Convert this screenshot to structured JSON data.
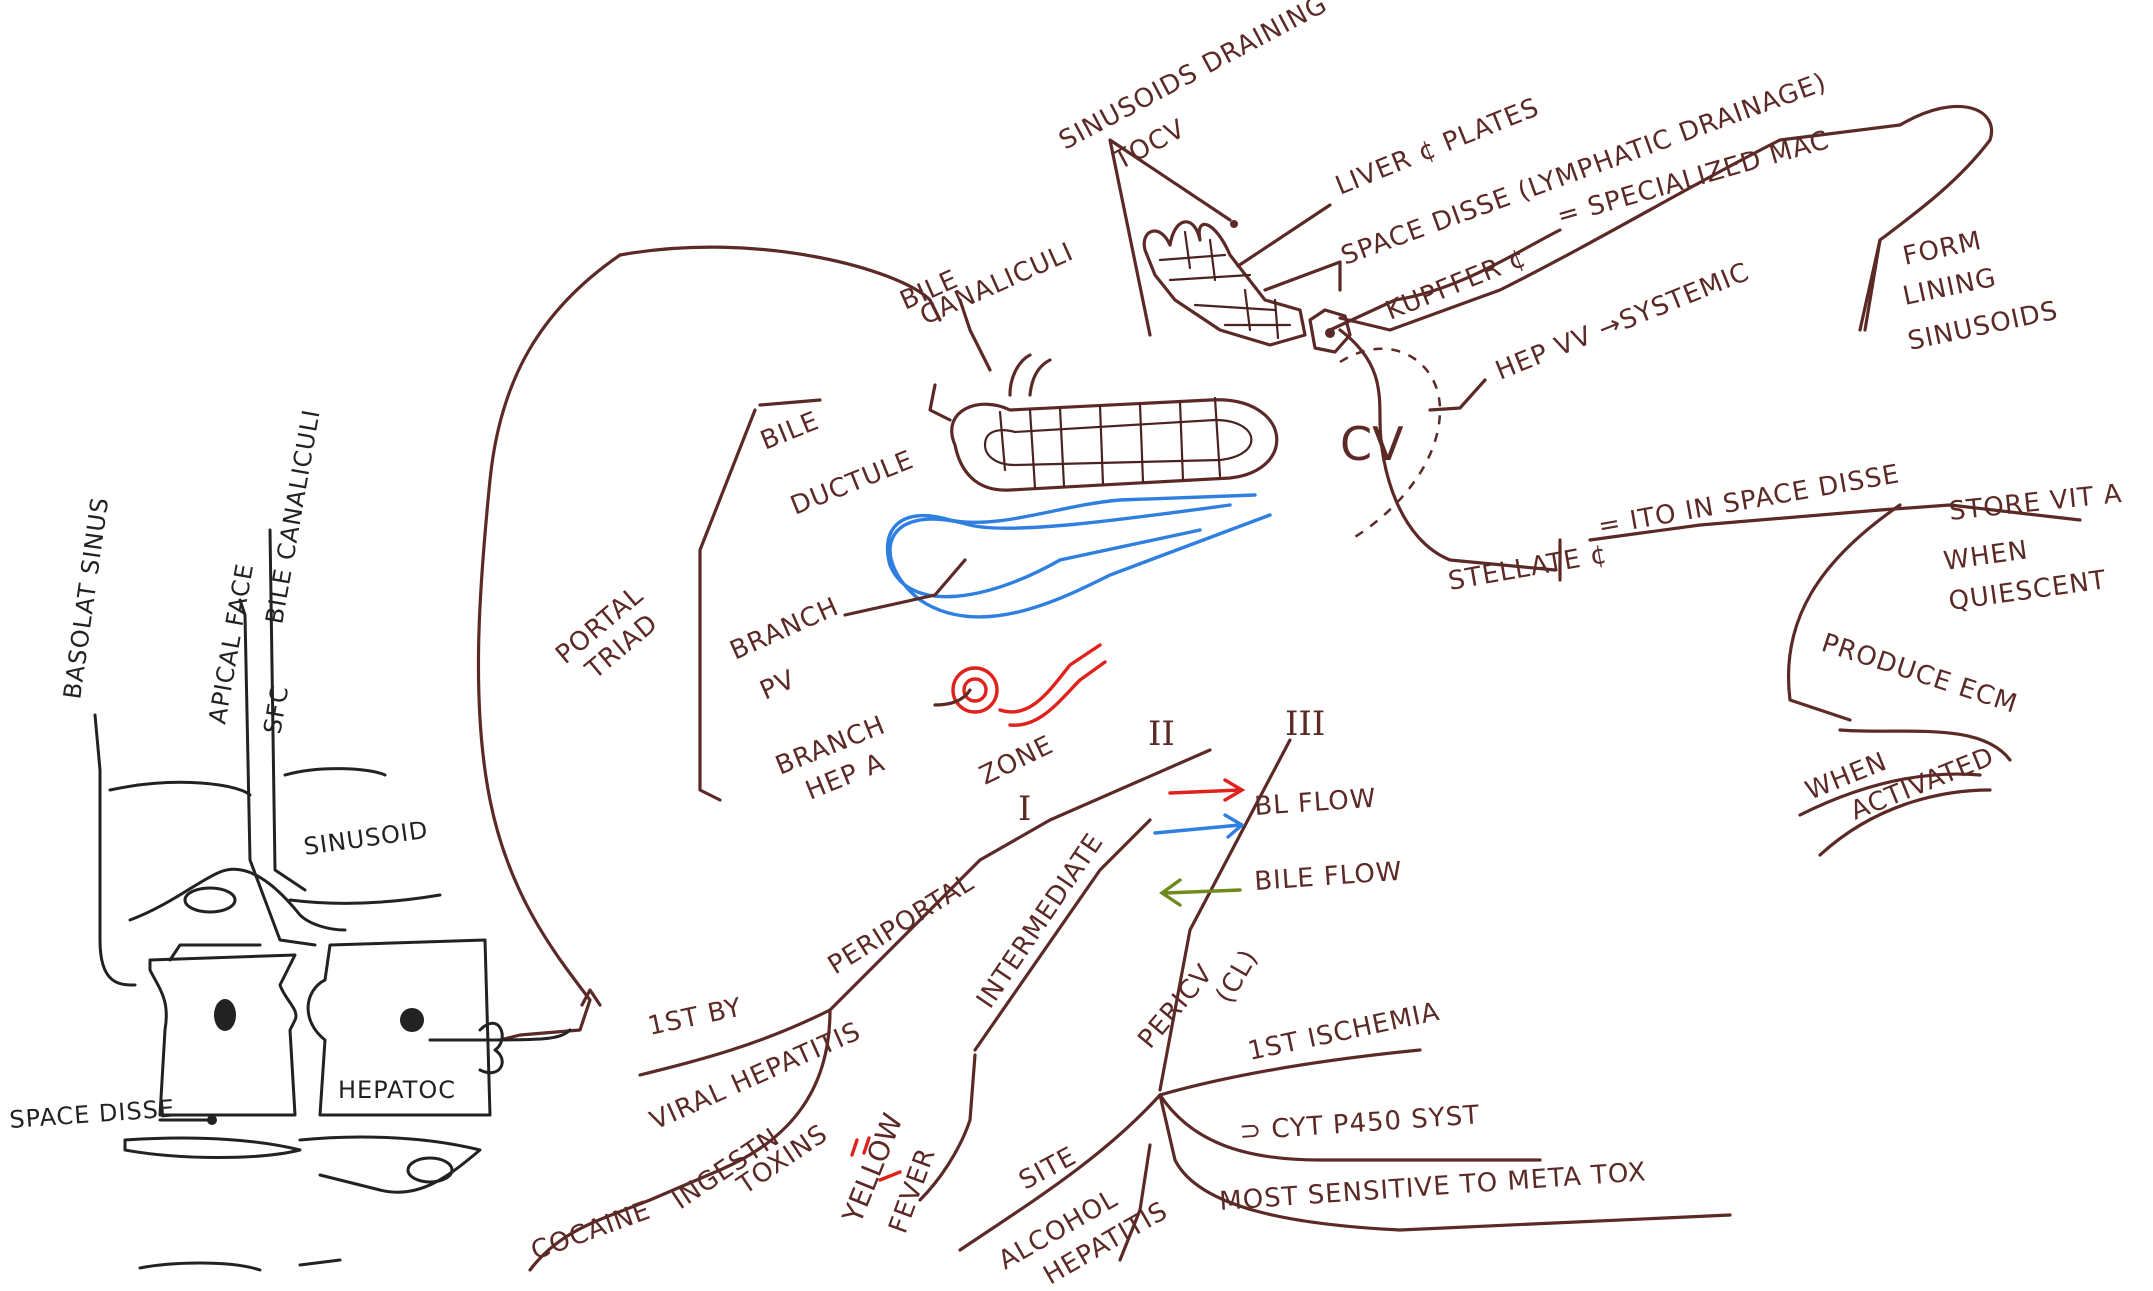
{
  "labels": {
    "sinusoids_draining": "SINUSOIDS DRAINING",
    "to_cv": "TOCV",
    "liver_cell_plates": "LIVER ¢ PLATES",
    "space_disse_lymph": "SPACE DISSE (LYMPHATIC DRAINAGE)",
    "kupffer": "KUPFFER ¢",
    "specialized_mac": "= SPECIALIZED MAC",
    "hep_vv": "HEP VV →SYSTEMIC",
    "form_lining_1": "FORM",
    "form_lining_2": "LINING",
    "form_lining_3": "SINUSOIDS",
    "bile_canaliculi_top_1": "BILE",
    "bile_canaliculi_top_2": "CANALICULI",
    "bile_ductule_1": "BILE",
    "bile_ductule_2": "DUCTULE",
    "cv": "CV",
    "stellate": "STELLATE ¢",
    "ito": "= ITO IN SPACE DISSE",
    "store_vit_a": "STORE VIT A",
    "when_quiescent_1": "WHEN",
    "when_quiescent_2": "QUIESCENT",
    "produce_ecm": "PRODUCE ECM",
    "when_activated_1": "WHEN",
    "when_activated_2": "ACTIVATED",
    "portal_triad_1": "PORTAL",
    "portal_triad_2": "TRIAD",
    "branch_pv_1": "BRANCH",
    "branch_pv_2": "PV",
    "branch_hep_a_1": "BRANCH",
    "branch_hep_a_2": "HEP A",
    "zone": "ZONE",
    "zone_i": "I",
    "zone_ii": "II",
    "zone_iii": "III",
    "bl_flow": "BL FLOW",
    "bile_flow": "BILE FLOW",
    "periportal": "PERIPORTAL",
    "first_by": "1ST BY",
    "viral_hepatitis": "VIRAL HEPATITIS",
    "cocaine": "COCAINE",
    "ingestion": "INGESTN",
    "toxins": "TOXINS",
    "intermediate": "INTERMEDIATE",
    "yellow_fever_1": "YELLOW",
    "yellow_fever_2": "FEVER",
    "yellow_mark": "II",
    "pericv": "PERICV",
    "cl": "(CL)",
    "first_ischemia": "1ST ISCHEMIA",
    "cyt_p450": "⊃ CYT P450 SYST",
    "most_sensitive": "MOST SENSITIVE TO META TOX",
    "site": "SITE",
    "alcohol_hepatitis_1": "ALCOHOL",
    "alcohol_hepatitis_2": "HEPATITIS",
    "basolat_sinus": "BASOLAT SINUS",
    "apical_face": "APICAL FACE",
    "sfc": "SFC",
    "bile_canaliculi_left": "BILE CANALICULI",
    "sinusoid": "SINUSOID",
    "hepatoc": "HEPATOC",
    "space_disse_left": "SPACE DISSE"
  },
  "colors": {
    "ink_brown": "#5b2a26",
    "ink_black": "#222222",
    "portal_vein_blue": "#2f7fe0",
    "hepatic_artery_red": "#e0221d",
    "bile_flow_green": "#6e8a1e"
  }
}
